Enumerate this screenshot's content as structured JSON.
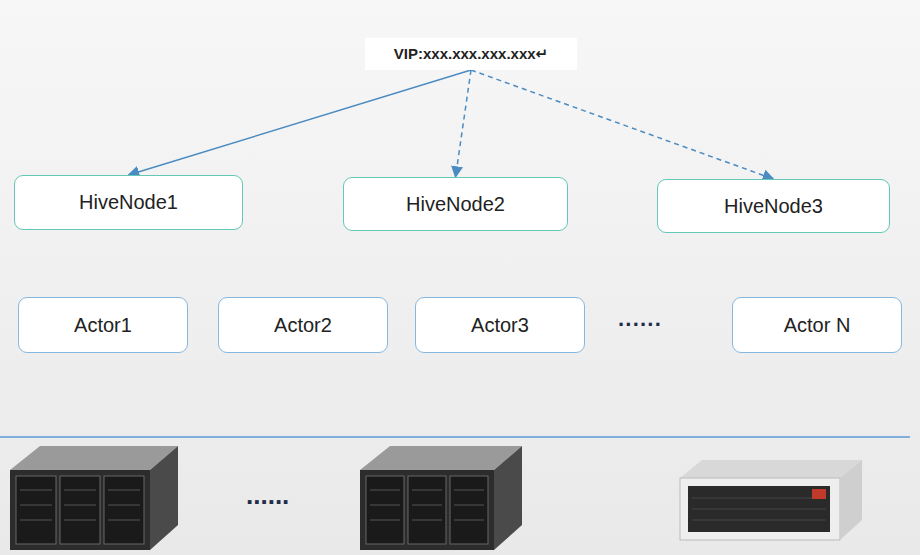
{
  "diagram": {
    "nodes": [
      {
        "text": [
          "VIP:xxx.xxx.xxx.xxx↵"
        ]
      },
      {
        "text": [
          "HiveNode1"
        ]
      },
      {
        "text": [
          "HiveNode2"
        ]
      },
      {
        "text": [
          "HiveNode3"
        ]
      },
      {
        "text": [
          "Actor1"
        ]
      },
      {
        "text": [
          "Actor2"
        ]
      },
      {
        "text": [
          "Actor3"
        ]
      },
      {
        "text": [
          "Actor N"
        ]
      }
    ],
    "edges": [
      {
        "from": 0,
        "to": 1,
        "arrow": "to"
      },
      {
        "from": 0,
        "to": 2,
        "arrow": "to"
      },
      {
        "from": 0,
        "to": 3,
        "arrow": "to"
      }
    ],
    "labels": [
      "······",
      "......"
    ]
  }
}
